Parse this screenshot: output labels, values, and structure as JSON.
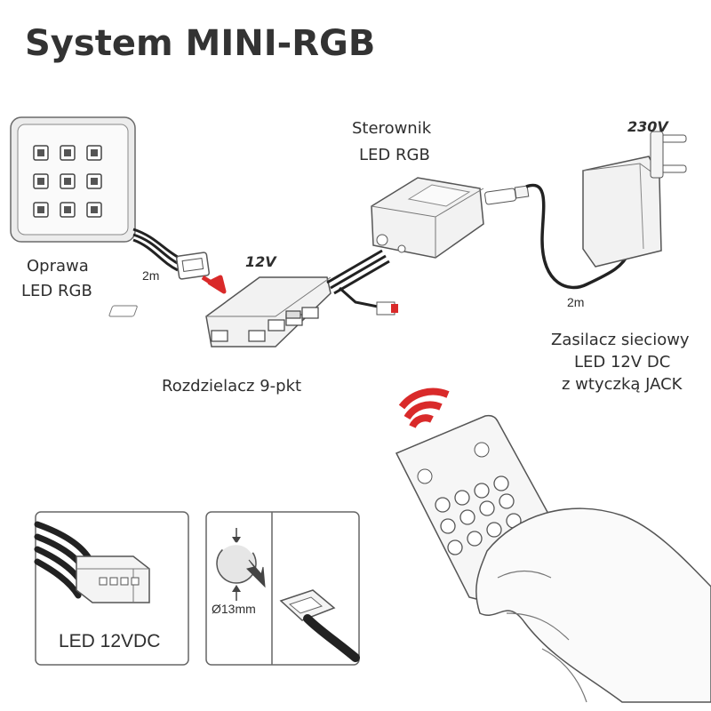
{
  "title": "System MINI-RGB",
  "components": {
    "fixture": {
      "line1": "Oprawa",
      "line2": "LED RGB",
      "cable_length": "2m"
    },
    "splitter": {
      "label": "Rozdzielacz 9-pkt",
      "voltage": "12V"
    },
    "controller": {
      "line1": "Sterownik",
      "line2": "LED RGB"
    },
    "power_supply": {
      "voltage": "230V",
      "cable_length": "2m",
      "line1": "Zasilacz sieciowy",
      "line2": "LED 12V DC",
      "line3": "z wtyczką JACK"
    }
  },
  "details": {
    "connector_box_label": "LED 12VDC",
    "mounting_hole": "Ø13mm"
  },
  "colors": {
    "accent_red": "#d92a2a",
    "text": "#2e2e2e",
    "outline": "#5a5a5a"
  }
}
